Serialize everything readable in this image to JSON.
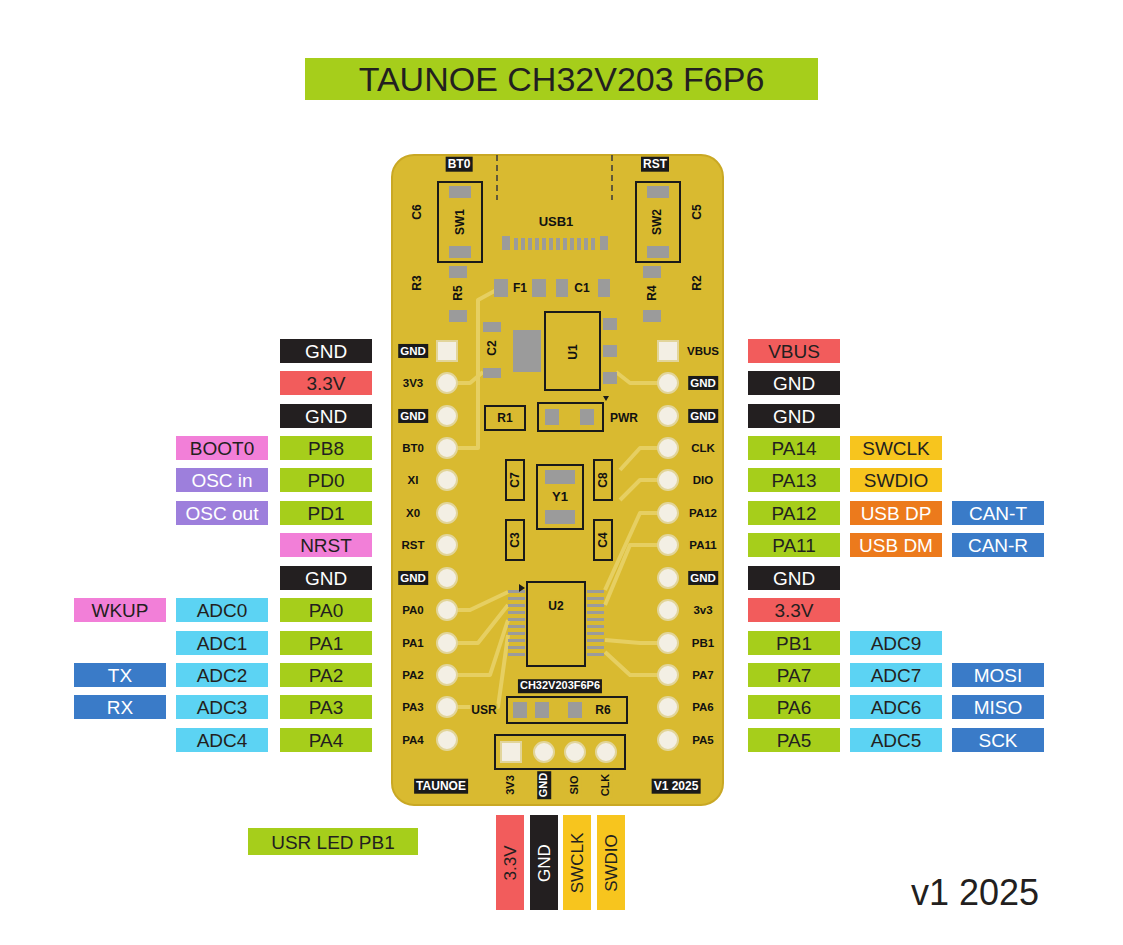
{
  "diagram": {
    "title": "TAUNOE CH32V203 F6P6",
    "nodes": [
      {
        "text": [
          "GND"
        ]
      },
      {
        "text": [
          "3.3V"
        ]
      },
      {
        "text": [
          "GND"
        ]
      },
      {
        "text": [
          "BOOT0"
        ]
      },
      {
        "text": [
          "PB8"
        ]
      },
      {
        "text": [
          "OSC in"
        ]
      },
      {
        "text": [
          "PD0"
        ]
      },
      {
        "text": [
          "OSC out"
        ]
      },
      {
        "text": [
          "PD1"
        ]
      },
      {
        "text": [
          "NRST"
        ]
      },
      {
        "text": [
          "GND"
        ]
      },
      {
        "text": [
          "WKUP"
        ]
      },
      {
        "text": [
          "ADC0"
        ]
      },
      {
        "text": [
          "PA0"
        ]
      },
      {
        "text": [
          "ADC1"
        ]
      },
      {
        "text": [
          "PA1"
        ]
      },
      {
        "text": [
          "TX"
        ]
      },
      {
        "text": [
          "ADC2"
        ]
      },
      {
        "text": [
          "PA2"
        ]
      },
      {
        "text": [
          "RX"
        ]
      },
      {
        "text": [
          "ADC3"
        ]
      },
      {
        "text": [
          "PA3"
        ]
      },
      {
        "text": [
          "ADC4"
        ]
      },
      {
        "text": [
          "PA4"
        ]
      },
      {
        "text": [
          "VBUS"
        ]
      },
      {
        "text": [
          "GND"
        ]
      },
      {
        "text": [
          "GND"
        ]
      },
      {
        "text": [
          "PA14"
        ]
      },
      {
        "text": [
          "SWCLK"
        ]
      },
      {
        "text": [
          "PA13"
        ]
      },
      {
        "text": [
          "SWDIO"
        ]
      },
      {
        "text": [
          "PA12"
        ]
      },
      {
        "text": [
          "USB DP"
        ]
      },
      {
        "text": [
          "CAN-T"
        ]
      },
      {
        "text": [
          "PA11"
        ]
      },
      {
        "text": [
          "USB DM"
        ]
      },
      {
        "text": [
          "CAN-R"
        ]
      },
      {
        "text": [
          "GND"
        ]
      },
      {
        "text": [
          "3.3V"
        ]
      },
      {
        "text": [
          "PB1"
        ]
      },
      {
        "text": [
          "ADC9"
        ]
      },
      {
        "text": [
          "PA7"
        ]
      },
      {
        "text": [
          "ADC7"
        ]
      },
      {
        "text": [
          "MOSI"
        ]
      },
      {
        "text": [
          "PA6"
        ]
      },
      {
        "text": [
          "ADC6"
        ]
      },
      {
        "text": [
          "MISO"
        ]
      },
      {
        "text": [
          "PA5"
        ]
      },
      {
        "text": [
          "ADC5"
        ]
      },
      {
        "text": [
          "SCK"
        ]
      },
      {
        "text": [
          "USR LED PB1"
        ]
      },
      {
        "text": [
          "3.3V"
        ]
      },
      {
        "text": [
          "GND"
        ]
      },
      {
        "text": [
          "SWCLK"
        ]
      },
      {
        "text": [
          "SWDIO"
        ]
      }
    ],
    "labels": [
      "BT0",
      "RST",
      "C6",
      "SW1",
      "USB1",
      "SW2",
      "C5",
      "R3",
      "R5",
      "F1",
      "C1",
      "R4",
      "R2",
      "C2",
      "U1",
      "R1",
      "PWR",
      "C7",
      "C8",
      "Y1",
      "C3",
      "C4",
      "U2",
      "CH32V203F6P6",
      "USR",
      "R6",
      "GND",
      "3V3",
      "GND",
      "BT0",
      "XI",
      "X0",
      "RST",
      "GND",
      "PA0",
      "PA1",
      "PA2",
      "PA3",
      "PA4",
      "VBUS",
      "GND",
      "GND",
      "CLK",
      "DIO",
      "PA12",
      "PA11",
      "GND",
      "3v3",
      "PB1",
      "PA7",
      "PA6",
      "PA5",
      "3V3",
      "GND",
      "SIO",
      "CLK",
      "TAUNOE",
      "V1 2025",
      "v1 2025"
    ]
  }
}
